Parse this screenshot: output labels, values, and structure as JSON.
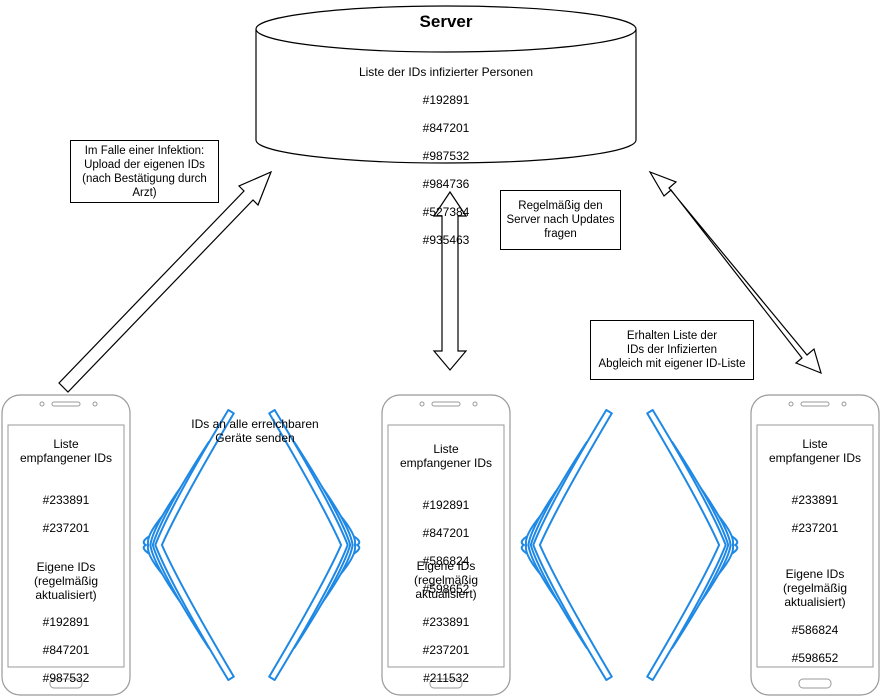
{
  "server": {
    "title": "Server",
    "list_title": "Liste der IDs infizierter Personen",
    "ids": [
      "#192891",
      "#847201",
      "#987532",
      "#984736",
      "#527384",
      "#935463"
    ]
  },
  "notes": {
    "upload": "Im Falle einer Infektion:\nUpload der eigenen IDs\n(nach Bestätigung durch\nArzt)",
    "poll": "Regelmäßig den\nServer nach Updates\nfragen",
    "receive": "Erhalten Liste der\nIDs der Infizierten\nAbgleich mit eigener ID-Liste"
  },
  "broadcast_label": "IDs an alle erreichbaren\nGeräte senden",
  "phones": [
    {
      "received_title": "Liste\nempfangener IDs",
      "received_ids": [
        "#233891",
        "#237201"
      ],
      "own_title": "Eigene IDs\n(regelmäßig\naktualisiert)",
      "own_ids": [
        "#192891",
        "#847201",
        "#987532"
      ]
    },
    {
      "received_title": "Liste\nempfangener IDs",
      "received_ids": [
        "#192891",
        "#847201",
        "#586824",
        "#598652"
      ],
      "own_title": "Eigene IDs\n(regelmäßig\naktualisiert)",
      "own_ids": [
        "#233891",
        "#237201",
        "#211532"
      ]
    },
    {
      "received_title": "Liste\nempfangener IDs",
      "received_ids": [
        "#233891",
        "#237201"
      ],
      "own_title": "Eigene IDs\n(regelmäßig\naktualisiert)",
      "own_ids": [
        "#586824",
        "#598652"
      ]
    }
  ],
  "colors": {
    "signal": "#1e88e5",
    "stroke": "#000000",
    "phone_outline": "#999999"
  },
  "icons": {
    "signal": "wifi-signal-icon",
    "phone": "smartphone-icon"
  }
}
